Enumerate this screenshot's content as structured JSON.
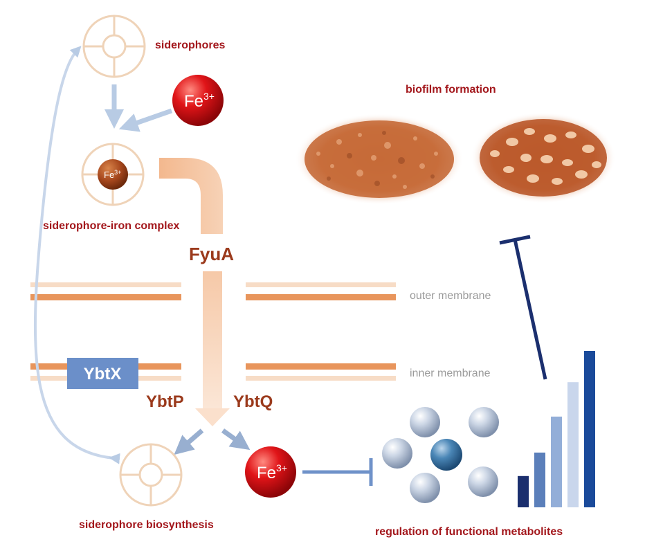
{
  "labels": {
    "siderophores": "siderophores",
    "siderophore_iron_complex": "siderophore-iron complex",
    "siderophore_biosynthesis": "siderophore biosynthesis",
    "biofilm_formation": "biofilm formation",
    "outer_membrane": "outer membrane",
    "inner_membrane": "inner membrane",
    "regulation": "regulation of functional metabolites"
  },
  "proteins": {
    "fyua": "FyuA",
    "ybtx": "YbtX",
    "ybtp": "YbtP",
    "ybtq": "YbtQ"
  },
  "iron": {
    "element": "Fe",
    "charge": "3+"
  },
  "bars": [
    {
      "value": 0.2,
      "color": "#1b2f6e"
    },
    {
      "value": 0.35,
      "color": "#5b7fba"
    },
    {
      "value": 0.58,
      "color": "#93aed8"
    },
    {
      "value": 0.8,
      "color": "#c9d6ec"
    },
    {
      "value": 1.0,
      "color": "#1a4a9a"
    }
  ],
  "colors": {
    "label_red": "#a3171c",
    "protein_brown": "#9b3a1c",
    "membrane_orange": "#e8955c",
    "membrane_light": "#f7dcc6",
    "arrow_blue": "#b8cbe4",
    "inhibit_navy": "#1b2f6e",
    "ybtx_box": "#6b8fc9",
    "iron_red": "#e01418"
  },
  "icons": {
    "siderophore": "siderophore-ring-icon",
    "iron": "fe3-ion-icon",
    "metabolite": "metabolite-sphere-icon",
    "biofilm": "biofilm-micrograph-icon"
  }
}
